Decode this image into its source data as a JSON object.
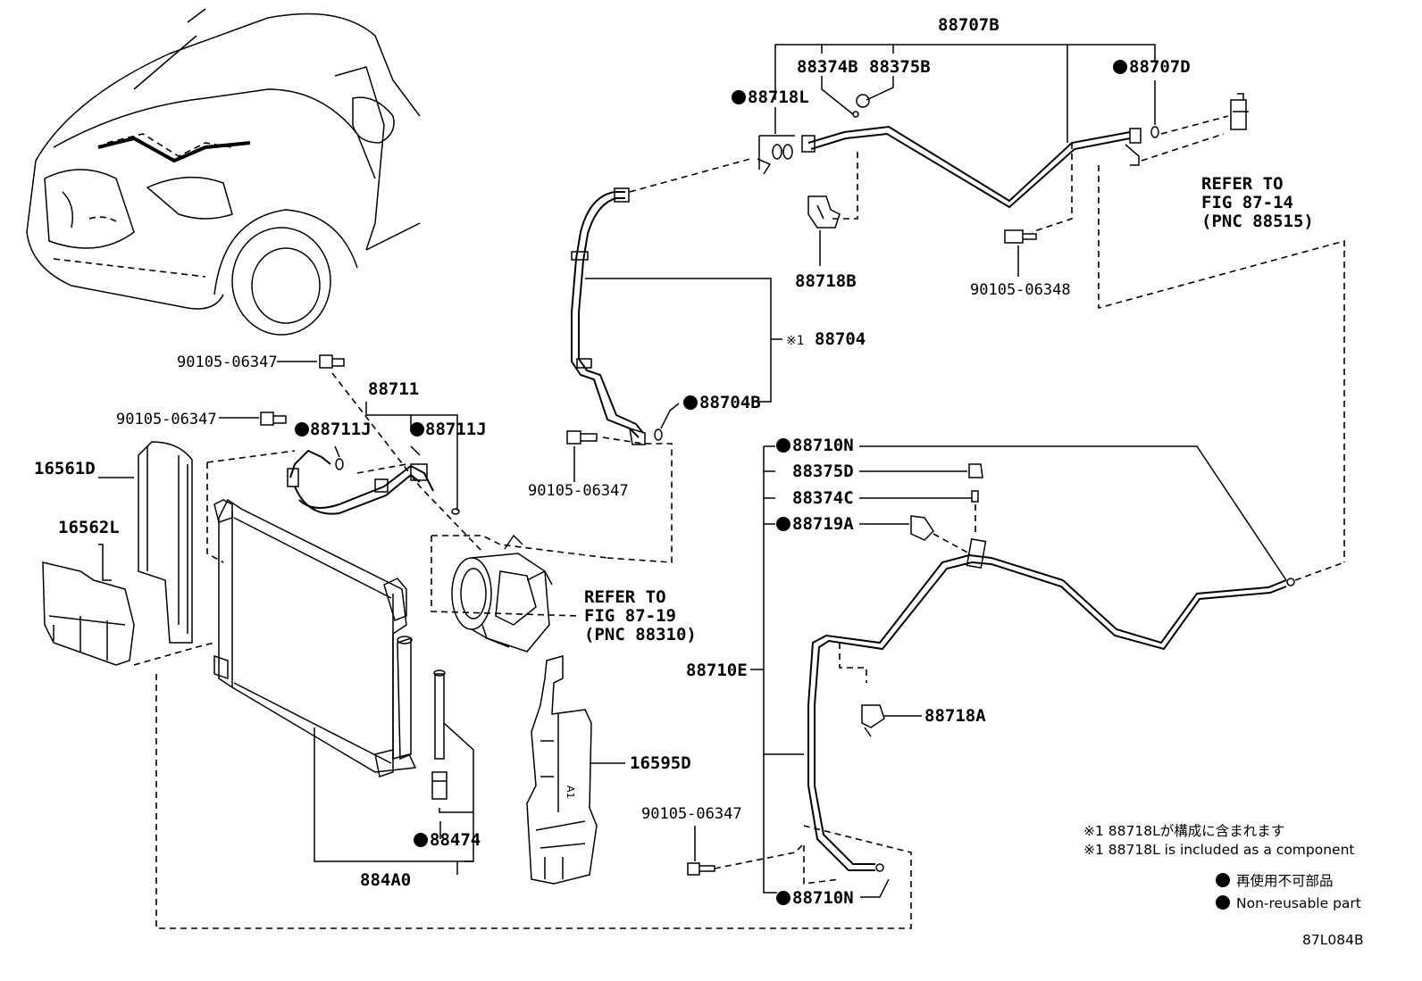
{
  "parts": {
    "p88707B": "88707B",
    "p88374B": "88374B",
    "p88375B": "88375B",
    "p88707D": "88707D",
    "p88718L": "88718L",
    "p88718B": "88718B",
    "p90105_06348": "90105-06348",
    "p88704": "88704",
    "p88704_mark": "※1",
    "p88704B": "88704B",
    "p90105_06347_a": "90105-06347",
    "p90105_06347_b": "90105-06347",
    "p90105_06347_c": "90105-06347",
    "p90105_06347_d": "90105-06347",
    "p88711": "88711",
    "p88711J_a": "88711J",
    "p88711J_b": "88711J",
    "p16561D": "16561D",
    "p16562L": "16562L",
    "p88710N_a": "88710N",
    "p88375D": "88375D",
    "p88374C": "88374C",
    "p88719A": "88719A",
    "p88710E": "88710E",
    "p88718A": "88718A",
    "p16595D": "16595D",
    "p88474": "88474",
    "p884A0": "884A0",
    "p88710N_b": "88710N"
  },
  "refs": {
    "ref1": {
      "line1": "REFER TO",
      "line2": "FIG 87-14",
      "line3": "(PNC 88515)"
    },
    "ref2": {
      "line1": "REFER TO",
      "line2": "FIG 87-19",
      "line3": "(PNC 88310)"
    }
  },
  "notes": {
    "jp_component": "※1 88718Lが構成に含まれます",
    "en_component": "※1 88718L is included as a component",
    "jp_nonreusable": "再使用不可部品",
    "en_nonreusable": "Non-reusable part"
  },
  "figure_id": "87L084B"
}
